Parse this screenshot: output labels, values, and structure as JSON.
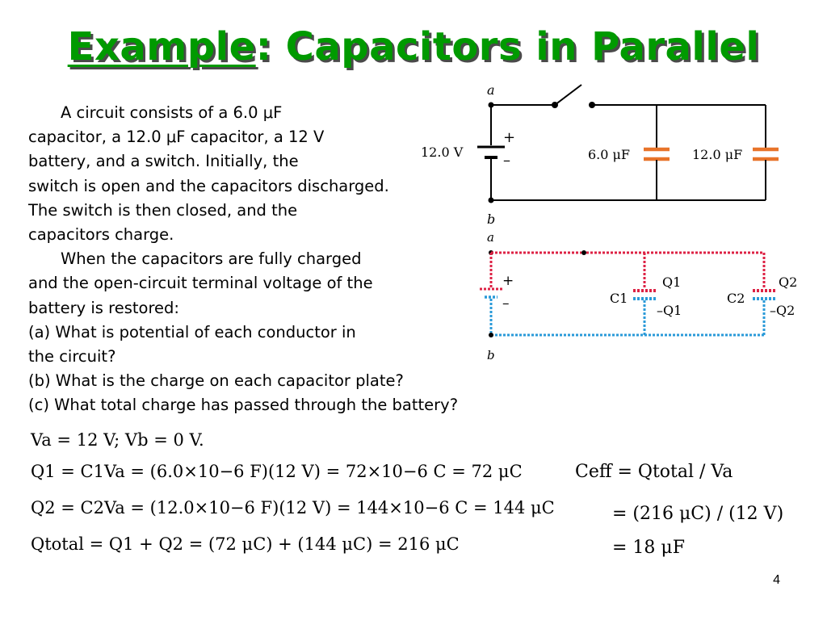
{
  "title": {
    "underlined": "Example",
    "rest": ": Capacitors in Parallel"
  },
  "problem_lines": [
    "A circuit consists of a 6.0 μF",
    "capacitor, a 12.0 μF capacitor, a 12 V",
    "battery, and a switch.  Initially, the",
    "switch is open and the capacitors discharged.",
    "The switch is then closed, and the",
    "capacitors charge.",
    "When the capacitors are fully charged",
    "and the open-circuit terminal voltage of the",
    "battery is restored:",
    "(a)  What is potential of each conductor in",
    "the circuit?",
    "(b)  What is the charge on each capacitor plate?",
    "(c)  What total charge has passed through the battery?"
  ],
  "circuit_top": {
    "node_a": "a",
    "node_b": "b",
    "battery_label": "12.0 V",
    "plus": "+",
    "minus": "–",
    "cap1_label": "6.0 μF",
    "cap2_label": "12.0 μF"
  },
  "circuit_bottom": {
    "node_a": "a",
    "node_b": "b",
    "plus": "+",
    "minus": "–",
    "c1": "C1",
    "c2": "C2",
    "q1": "Q1",
    "neg_q1": "–Q1",
    "q2": "Q2",
    "neg_q2": "–Q2"
  },
  "equations": {
    "line1": "Va = 12 V;  Vb = 0 V.",
    "line2": "Q1 = C1Va = (6.0×10−6 F)(12 V) = 72×10−6 C = 72 μC",
    "line3": "Q2 = C2Va = (12.0×10−6 F)(12 V) = 144×10−6 C = 144 μC",
    "line4": "Qtotal = Q1 + Q2 = (72 μC) + (144 μC) = 216 μC",
    "ceff1": "Ceff = Qtotal / Va",
    "ceff2": "= (216 μC) / (12 V)",
    "ceff3": "= 18 μF"
  },
  "page_number": "4",
  "colors": {
    "title_green": "#009a00",
    "capacitor_orange": "#e8742a",
    "positive_red": "#dd2244",
    "negative_blue": "#2a9ad8"
  }
}
